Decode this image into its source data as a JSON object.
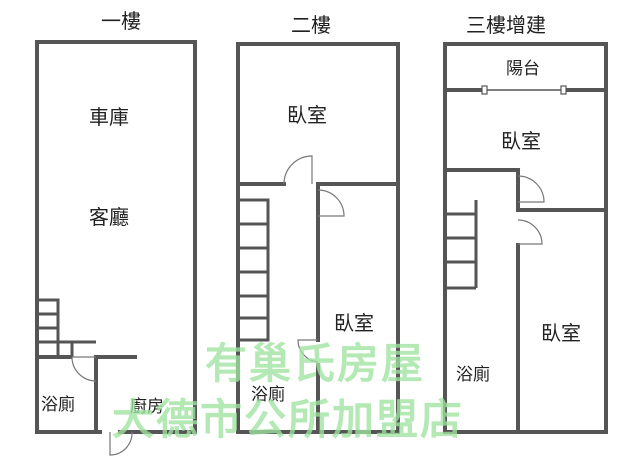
{
  "floors": {
    "f1": {
      "title": "一樓",
      "rooms": {
        "garage": "車庫",
        "living": "客廳",
        "bath": "浴廁",
        "kitchen": "廚房"
      }
    },
    "f2": {
      "title": "二樓",
      "rooms": {
        "bedroom_a": "臥室",
        "bedroom_b": "臥室",
        "bath": "浴廁"
      }
    },
    "f3": {
      "title": "三樓增建",
      "rooms": {
        "balcony": "陽台",
        "bedroom_a": "臥室",
        "bedroom_b": "臥室",
        "bath": "浴廁"
      }
    }
  },
  "watermark": {
    "line1": "有巢氏房屋",
    "line2": "大德市公所加盟店"
  }
}
